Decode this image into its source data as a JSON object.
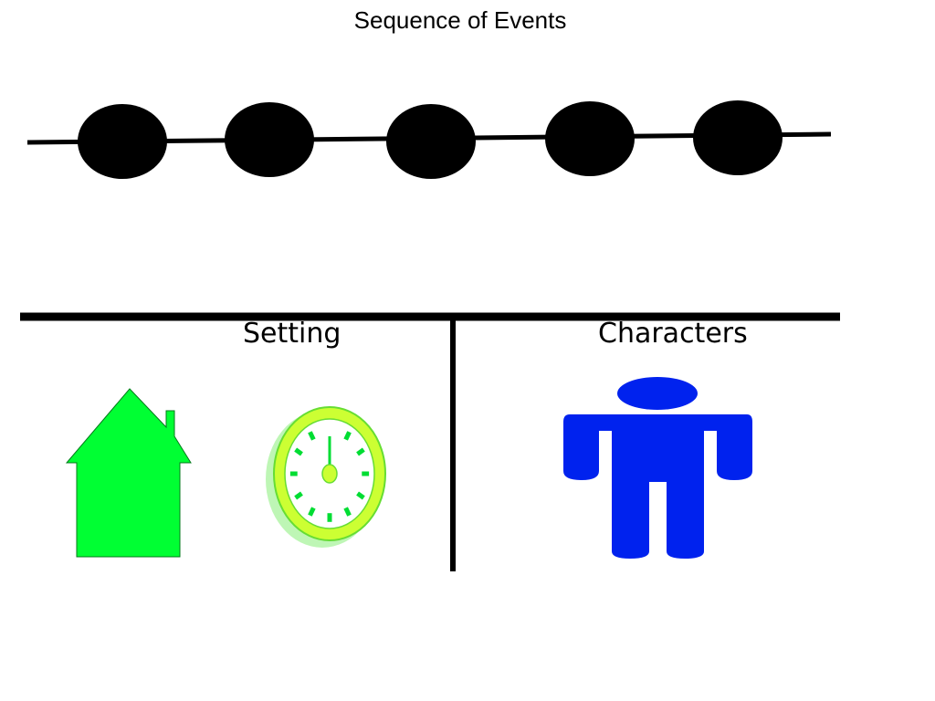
{
  "title": "Sequence of Events",
  "timeline": {
    "event_count": 5
  },
  "sections": {
    "setting": {
      "label": "Setting",
      "icons": [
        "house-icon",
        "clock-icon"
      ]
    },
    "characters": {
      "label": "Characters",
      "icons": [
        "person-icon"
      ]
    }
  },
  "colors": {
    "house": "#00ff33",
    "clock_face": "#ffffff",
    "clock_ring": "#ccff33",
    "clock_marks": "#00dd33",
    "person": "#0022ee",
    "lines": "#000000",
    "event_dots": "#000000"
  }
}
